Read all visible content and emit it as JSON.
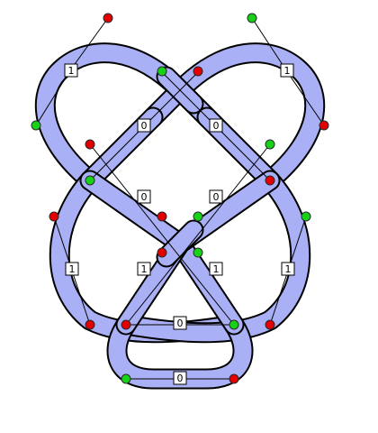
{
  "colors": {
    "band_fill": "#aab0f5",
    "band_outline": "#000000",
    "label_bg": "#ffffff",
    "label_border": "#000000",
    "point_red": "#e20000",
    "point_green": "#17d317",
    "point_outline": "#2b2b2b",
    "connector": "#000000"
  },
  "edges": [
    {
      "id": "e-top-left",
      "label": "1"
    },
    {
      "id": "e-top-right",
      "label": "1"
    },
    {
      "id": "e-upper-left",
      "label": "0"
    },
    {
      "id": "e-upper-right",
      "label": "0"
    },
    {
      "id": "e-middle-left",
      "label": "0"
    },
    {
      "id": "e-middle-right",
      "label": "0"
    },
    {
      "id": "e-side-left",
      "label": "1"
    },
    {
      "id": "e-inner-left",
      "label": "1"
    },
    {
      "id": "e-inner-right",
      "label": "1"
    },
    {
      "id": "e-side-right",
      "label": "1"
    },
    {
      "id": "e-lower-center",
      "label": "0"
    },
    {
      "id": "e-bottom-center",
      "label": "0"
    }
  ],
  "control_points": [
    {
      "id": "cp-top-left-red",
      "color": "red"
    },
    {
      "id": "cp-top-right-green",
      "color": "green"
    },
    {
      "id": "cp-left-green",
      "color": "green"
    },
    {
      "id": "cp-right-red",
      "color": "red"
    },
    {
      "id": "cp-ul-green",
      "color": "green"
    },
    {
      "id": "cp-ur-red",
      "color": "red"
    },
    {
      "id": "cp-l1-red",
      "color": "red"
    },
    {
      "id": "cp-l2-green",
      "color": "green"
    },
    {
      "id": "cp-r1-green",
      "color": "green"
    },
    {
      "id": "cp-r2-red",
      "color": "red"
    },
    {
      "id": "cp-c1-red",
      "color": "red"
    },
    {
      "id": "cp-c2-green",
      "color": "green"
    },
    {
      "id": "cp-c3-red",
      "color": "red"
    },
    {
      "id": "cp-c4-green",
      "color": "green"
    },
    {
      "id": "cp-far-left-red",
      "color": "red"
    },
    {
      "id": "cp-far-right-green",
      "color": "green"
    },
    {
      "id": "cp-bl-red",
      "color": "red"
    },
    {
      "id": "cp-bc-red",
      "color": "red"
    },
    {
      "id": "cp-bc-green",
      "color": "green"
    },
    {
      "id": "cp-br-red",
      "color": "red"
    },
    {
      "id": "cp-bottom-green",
      "color": "green"
    },
    {
      "id": "cp-bottom-red",
      "color": "red"
    }
  ]
}
